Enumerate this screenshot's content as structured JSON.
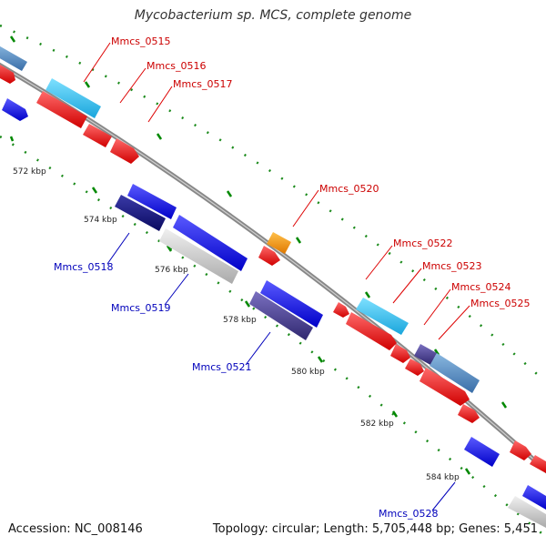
{
  "title": "Mycobacterium sp. MCS, complete genome",
  "footer": {
    "accession": "Accession: NC_008146",
    "summary": "Topology: circular; Length: 5,705,448 bp; Genes: 5,451"
  },
  "colors": {
    "backbone": "#8a8a8a",
    "forward_cds": "#f01414",
    "forward_light": "#33bbee",
    "reverse_cds": "#1818e6",
    "reverse_dark": "#14147a",
    "reverse_light": "#c8c8c8",
    "purple": "#4a3f8f",
    "orange": "#ff9900",
    "tick_major": "#008800",
    "label_forward": "#cc0000",
    "label_reverse": "#0000bb"
  },
  "ticks": [
    "572 kbp",
    "574 kbp",
    "576 kbp",
    "578 kbp",
    "580 kbp",
    "582 kbp",
    "584 kbp"
  ],
  "gene_labels": {
    "forward": [
      "Mmcs_0515",
      "Mmcs_0516",
      "Mmcs_0517",
      "Mmcs_0520",
      "Mmcs_0522",
      "Mmcs_0523",
      "Mmcs_0524",
      "Mmcs_0525"
    ],
    "reverse": [
      "Mmcs_0518",
      "Mmcs_0519",
      "Mmcs_0521",
      "Mmcs_0528"
    ]
  }
}
